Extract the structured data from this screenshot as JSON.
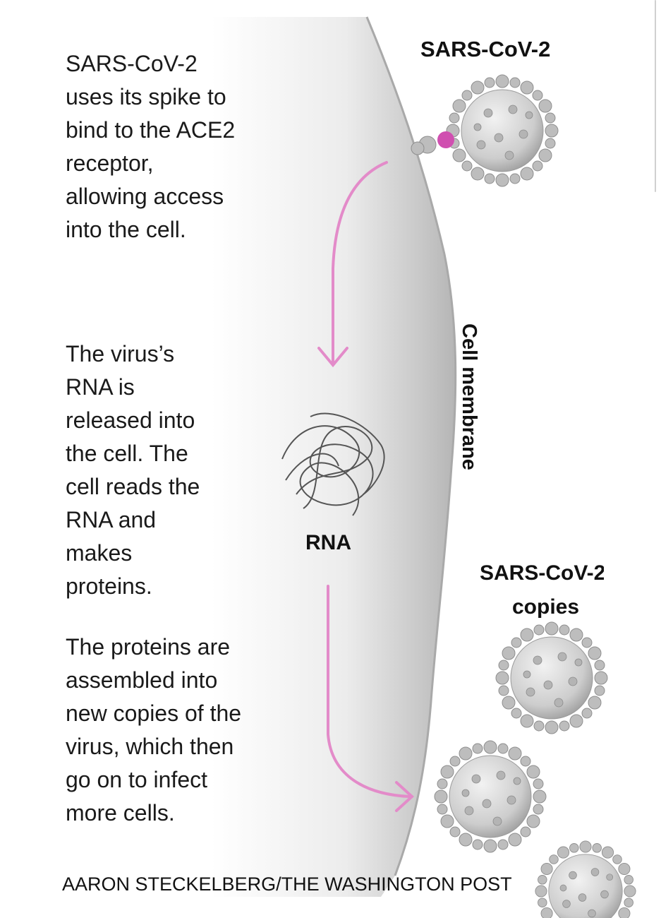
{
  "steps": {
    "step1": "SARS-CoV-2\nuses its spike to\nbind to the ACE2\nreceptor,\nallowing access\ninto the cell.",
    "step2": "The virus’s\nRNA is\nreleased into\nthe cell. The\ncell reads the\nRNA and\nmakes\nproteins.",
    "step3": "The proteins are\nassembled into\nnew copies of the\nvirus, which then\ngo on to infect\nmore cells."
  },
  "labels": {
    "virus": "SARS-CoV-2",
    "membrane": "Cell membrane",
    "rna": "RNA",
    "copies_line1": "SARS-CoV-2",
    "copies_line2": "copies"
  },
  "credit": "AARON STECKELBERG/THE WASHINGTON POST",
  "colors": {
    "arrow": "#e38bc9",
    "receptor": "#d04fb0",
    "membrane_fill": "#e9e9e9",
    "virus_body": "#cfcfcf",
    "rna_strand": "#555555"
  },
  "icons": {
    "virus": "coronavirus-icon",
    "rna": "rna-strand-icon"
  }
}
